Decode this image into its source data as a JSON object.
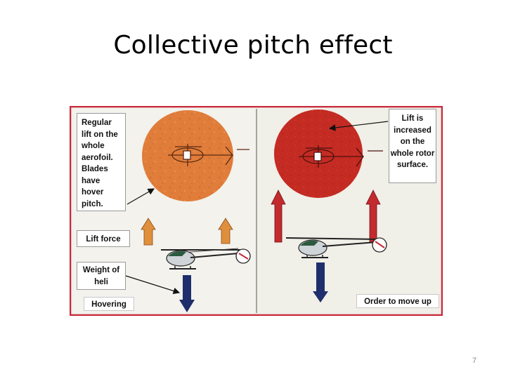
{
  "slide": {
    "title": "Collective pitch effect",
    "page_number": "7"
  },
  "diagram": {
    "labels": {
      "regular_lift": "Regular lift on the whole aerofoil. Blades have hover pitch.",
      "lift_force": "Lift force",
      "weight": "Weight of heli",
      "hovering": "Hovering",
      "lift_increased": "Lift is increased on the whole rotor surface.",
      "order_up": "Order to move up"
    },
    "colors": {
      "frame": "#c8293a",
      "hover_disc": "#e07d3a",
      "climb_disc": "#c42b23",
      "lift_arrow_hover": "#e08f3c",
      "lift_arrow_climb": "#c32a2e",
      "weight_arrow": "#1f2f6b"
    }
  }
}
